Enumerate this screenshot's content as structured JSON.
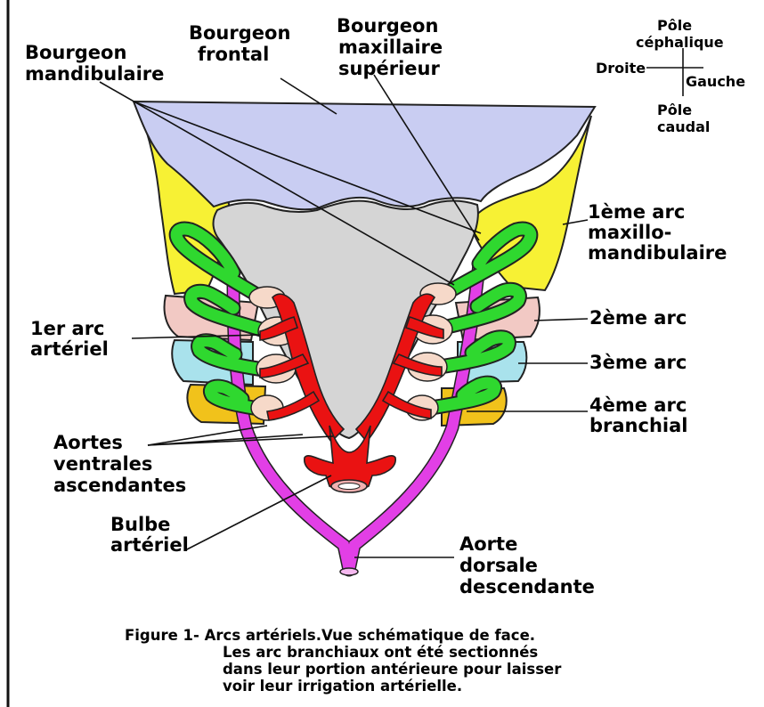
{
  "labels": {
    "bourgeon_mandibulaire": [
      "Bourgeon",
      "mandibulaire"
    ],
    "bourgeon_frontal": [
      "Bourgeon",
      "frontal"
    ],
    "bourgeon_maxillaire": [
      "Bourgeon",
      "maxillaire",
      "supérieur"
    ],
    "arc1_maxillo": [
      "1ème arc",
      "maxillo-",
      "mandibulaire"
    ],
    "arc2": [
      "2ème arc"
    ],
    "arc3": [
      "3ème arc"
    ],
    "arc4": [
      "4ème arc",
      "branchial"
    ],
    "premier_arc_arteriel": [
      "1er arc",
      "artériel"
    ],
    "aortes_ventrales": [
      "Aortes",
      "ventrales",
      "ascendantes"
    ],
    "bulbe": [
      "Bulbe",
      "artériel"
    ],
    "aorte_dorsale": [
      "Aorte",
      "dorsale",
      "descendante"
    ]
  },
  "orientation": {
    "pole_cephalique": [
      "Pôle",
      "céphalique"
    ],
    "droite": "Droite",
    "gauche": "Gauche",
    "pole_caudal": [
      "Pôle",
      "caudal"
    ]
  },
  "caption": [
    "Figure 1- Arcs artériels.Vue schématique de face.",
    "Les arc branchiaux ont été sectionnés",
    "dans leur portion antérieure pour laisser",
    "voir leur irrigation artérielle."
  ],
  "colors": {
    "frontal_bud": "#c9cdf2",
    "pharynx": "#d5d5d5",
    "arc1_mesenchyme": "#f7f134",
    "arc2_mesenchyme": "#f2c9c4",
    "arc3_mesenchyme": "#a9e2ec",
    "arc4_mesenchyme": "#f1c21b",
    "arch_vessel": "#2fd82f",
    "dorsal_aorta": "#e23fe6",
    "arterial_tree": "#ea1212",
    "pouch": "#f6d9c9"
  }
}
